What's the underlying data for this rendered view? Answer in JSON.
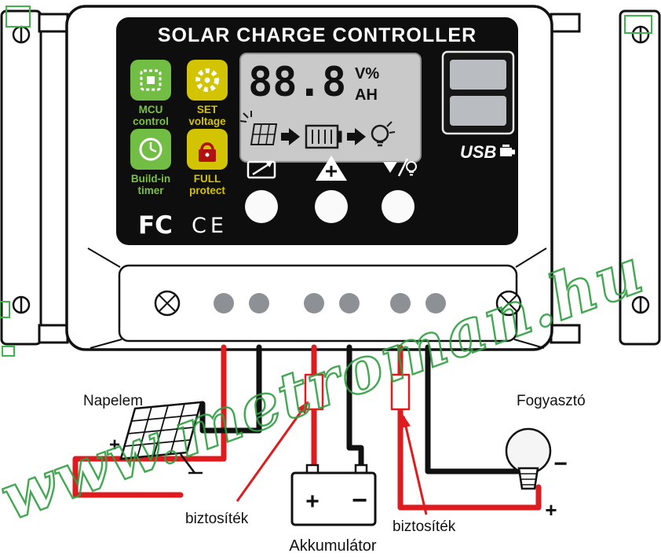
{
  "device": {
    "title": "SOLAR CHARGE CONTROLLER",
    "features": [
      {
        "line1": "MCU",
        "line2": "control"
      },
      {
        "line1": "SET",
        "line2": "voltage"
      },
      {
        "line1": "Build-in",
        "line2": "timer"
      },
      {
        "line1": "FULL",
        "line2": "protect"
      }
    ],
    "lcd": {
      "reading": "88.8",
      "unit_top": "V%",
      "unit_bottom": "AH"
    },
    "usb_label": "USB",
    "fcc_logo": "FC",
    "ce_logo": "CE"
  },
  "wiring": {
    "solar_label": "Napelem",
    "load_label": "Fogyasztó",
    "battery_label": "Akkumulátor",
    "fuse_label_left": "biztosíték",
    "fuse_label_right": "biztosíték",
    "solar_plus": "+",
    "battery_plus": "+",
    "battery_minus": "−",
    "load_minus": "−",
    "load_plus": "+"
  },
  "watermark": {
    "text": "www.metroman.hu"
  },
  "colors": {
    "wire_red": "#e01b1f",
    "wire_black": "#111111",
    "accent_green": "#72be44",
    "accent_yellow": "#d2c400",
    "lcd_bg": "#c9c9c9",
    "terminal_gray": "#8d9196",
    "watermark_green": "#2f9e41",
    "handle_green": "#3cb549"
  }
}
